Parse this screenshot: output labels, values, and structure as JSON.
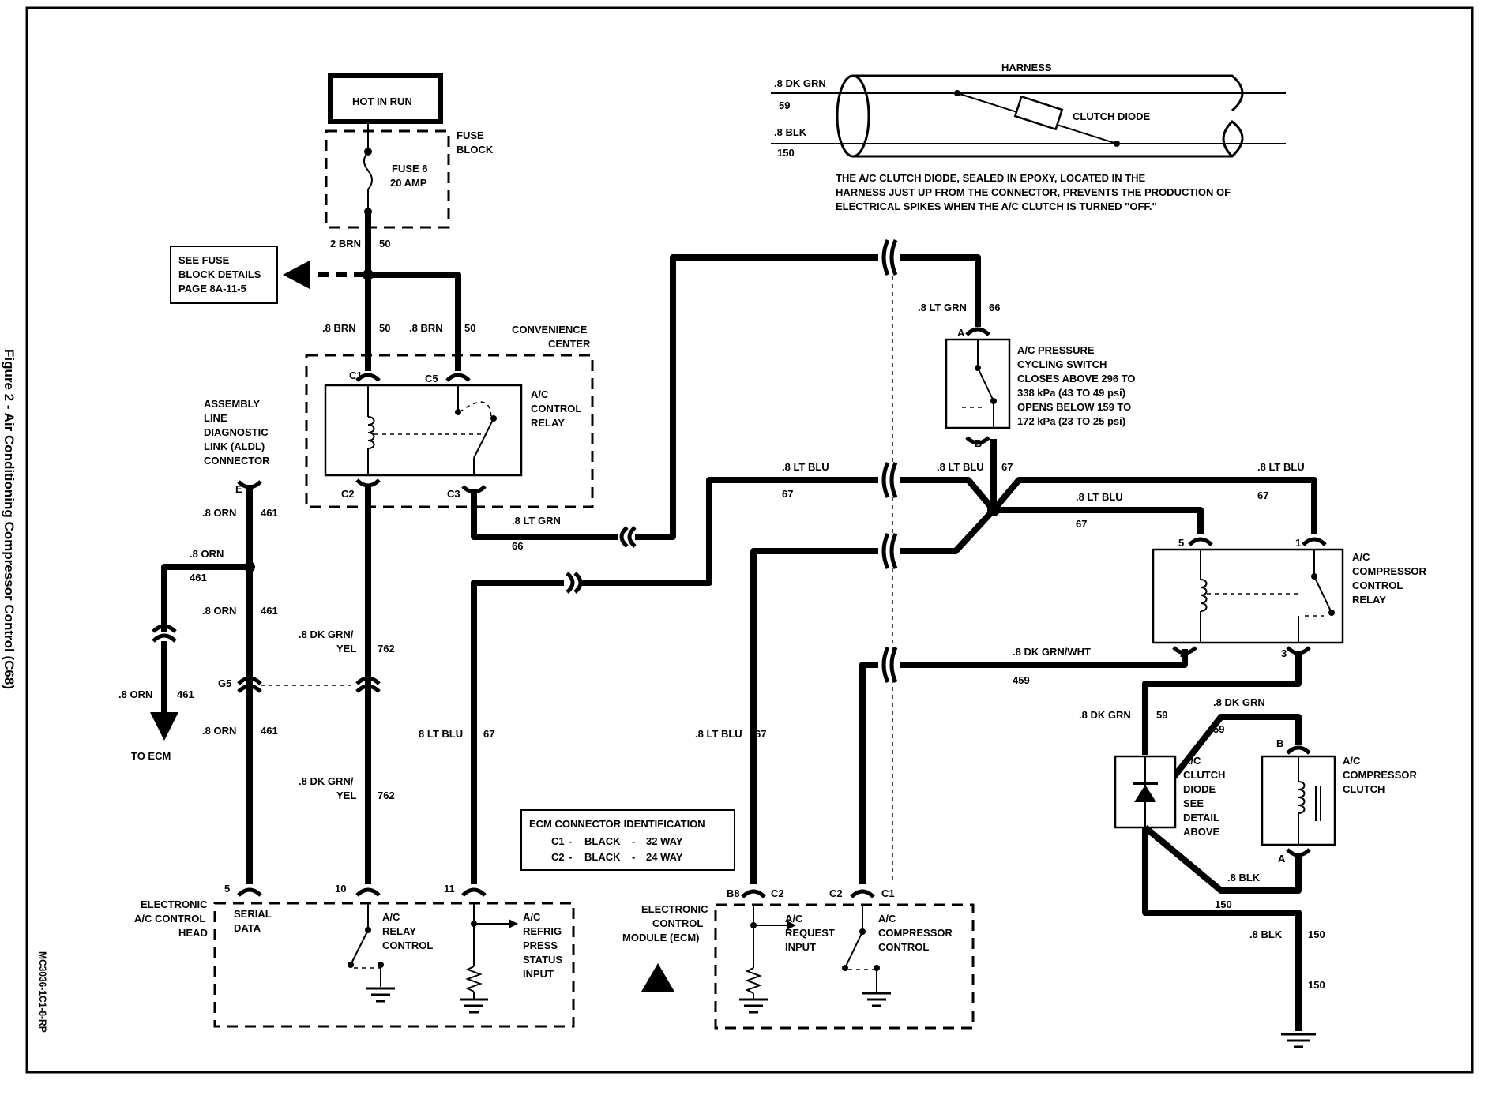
{
  "figure_title": "Figure 2 - Air Conditioning Compressor Control (C68)",
  "doc_code": "MC3036-1C1-8-RP",
  "hot_in_run": "HOT IN RUN",
  "fuse_block": {
    "label1": "FUSE",
    "label2": "BLOCK",
    "fuse_name": "FUSE 6",
    "fuse_rating": "20 AMP"
  },
  "see_fuse": [
    "SEE FUSE",
    "BLOCK DETAILS",
    "PAGE 8A-11-5"
  ],
  "convenience_center": [
    "CONVENIENCE",
    "CENTER"
  ],
  "ac_control_relay": [
    "A/C",
    "CONTROL",
    "RELAY"
  ],
  "aldl": [
    "ASSEMBLY",
    "LINE",
    "DIAGNOSTIC",
    "LINK (ALDL)",
    "CONNECTOR"
  ],
  "to_ecm": "TO ECM",
  "harness": {
    "title": "HARNESS",
    "clutch_diode": "CLUTCH DIODE",
    "note": [
      "THE A/C CLUTCH DIODE, SEALED IN EPOXY, LOCATED IN THE",
      "HARNESS JUST UP FROM THE CONNECTOR, PREVENTS THE PRODUCTION OF",
      "ELECTRICAL SPIKES WHEN THE A/C CLUTCH IS TURNED \"OFF.\""
    ]
  },
  "pressure_switch": [
    "A/C PRESSURE",
    "CYCLING SWITCH",
    "CLOSES ABOVE 296 TO",
    "338 kPa (43 TO 49 psi)",
    "OPENS BELOW 159 TO",
    "172 kPa (23 TO 25 psi)"
  ],
  "compressor_relay": [
    "A/C",
    "COMPRESSOR",
    "CONTROL",
    "RELAY"
  ],
  "clutch_diode_box": [
    "A/C",
    "CLUTCH",
    "DIODE",
    "SEE",
    "DETAIL",
    "ABOVE"
  ],
  "compressor_clutch": [
    "A/C",
    "COMPRESSOR",
    "CLUTCH"
  ],
  "ecm_id": {
    "title": "ECM CONNECTOR IDENTIFICATION",
    "row1": [
      "C1",
      "-",
      "BLACK",
      "-",
      "32 WAY"
    ],
    "row2": [
      "C2",
      "-",
      "BLACK",
      "-",
      "24 WAY"
    ]
  },
  "ac_head": {
    "name": [
      "ELECTRONIC",
      "A/C CONTROL",
      "HEAD"
    ],
    "serial": [
      "SERIAL",
      "DATA"
    ],
    "relay_ctrl": [
      "A/C",
      "RELAY",
      "CONTROL"
    ],
    "refrig": [
      "A/C",
      "REFRIG",
      "PRESS",
      "STATUS",
      "INPUT"
    ]
  },
  "ecm": {
    "name": [
      "ELECTRONIC",
      "CONTROL",
      "MODULE (ECM)"
    ],
    "request": [
      "A/C",
      "REQUEST",
      "INPUT"
    ],
    "comp_ctrl": [
      "A/C",
      "COMPRESSOR",
      "CONTROL"
    ]
  },
  "pins": {
    "c1": "C1",
    "c5": "C5",
    "c2": "C2",
    "c3": "C3",
    "e": "E",
    "g5": "G5",
    "a": "A",
    "b": "B",
    "p5": "5",
    "p1": "1",
    "p2": "2",
    "p3": "3",
    "cb": "B",
    "ca": "A",
    "h5": "5",
    "h10": "10",
    "h11": "11",
    "b8": "B8",
    "ec2": "C2",
    "ec2b": "C2",
    "ec1": "C1"
  },
  "wires": {
    "w_2brn": "2 BRN",
    "w_50a": "50",
    "w_8brn1": ".8 BRN",
    "w_50b": "50",
    "w_8brn2": ".8 BRN",
    "w_50c": "50",
    "w_h59": ".8 DK GRN",
    "w_h59n": "59",
    "w_h150": ".8 BLK",
    "w_h150n": "150",
    "w_66top": ".8 LT GRN",
    "w_66topn": "66",
    "w_66bot": ".8 LT GRN",
    "w_66botn": "66",
    "w_ltblu_l": ".8 LT BLU",
    "w_ltblu_ln": "67",
    "w_ltblu_m": ".8 LT BLU",
    "w_ltblu_mn": "67",
    "w_ltblu_r": ".8 LT BLU",
    "w_ltblu_rn": "67",
    "w_ltblu_r2": ".8 LT BLU",
    "w_ltblu_r2n": "67",
    "w_orn1": ".8 ORN",
    "w_461a": "461",
    "w_orn2": ".8 ORN",
    "w_461b": "461",
    "w_orn3": ".8 ORN",
    "w_461c": "461",
    "w_orn4": ".8 ORN",
    "w_461d": "461",
    "w_orn5": ".8 ORN",
    "w_461e": "461",
    "w_dkgy1": ".8 DK GRN/",
    "w_dkgy1b": "YEL",
    "w_762a": "762",
    "w_dkgy2": ".8 DK GRN/",
    "w_dkgy2b": "YEL",
    "w_762b": "762",
    "w_blu_h": "8 LT BLU",
    "w_67h": "67",
    "w_blu_e": ".8 LT BLU",
    "w_67e": "67",
    "w_dgw": ".8 DK GRN/WHT",
    "w_459": "459",
    "w_dg59a": ".8 DK GRN",
    "w_59a": "59",
    "w_dg59b": ".8 DK GRN",
    "w_59b": "59",
    "w_blk1": ".8 BLK",
    "w_150a": "150",
    "w_blk2": ".8 BLK",
    "w_150b": "150",
    "w_150c": "150"
  }
}
